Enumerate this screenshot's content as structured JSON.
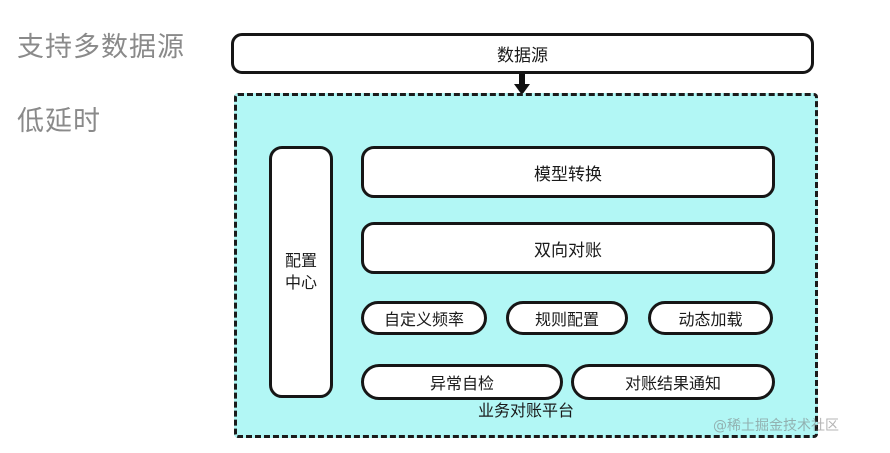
{
  "diagram": {
    "side_labels": [
      {
        "id": "multisource",
        "text": "支持多数据源"
      },
      {
        "id": "lowlatency",
        "text": "低延时"
      }
    ],
    "source": {
      "label": "数据源"
    },
    "flow": {
      "arrow": "arrow-down-icon"
    },
    "platform": {
      "caption": "业务对账平台",
      "fill_color": "#b2f7f5",
      "border_color": "#1b1b1b",
      "sidebar": {
        "label_line1": "配置",
        "label_line2": "中心"
      },
      "wide_items": [
        {
          "label": "模型转换"
        },
        {
          "label": "双向对账"
        }
      ],
      "pill_row_1": [
        {
          "label": "自定义频率"
        },
        {
          "label": "规则配置"
        },
        {
          "label": "动态加载"
        }
      ],
      "pill_row_2": [
        {
          "label": "异常自检"
        },
        {
          "label": "对账结果通知"
        }
      ]
    },
    "watermark": {
      "text": "@稀土掘金技术社区"
    }
  }
}
